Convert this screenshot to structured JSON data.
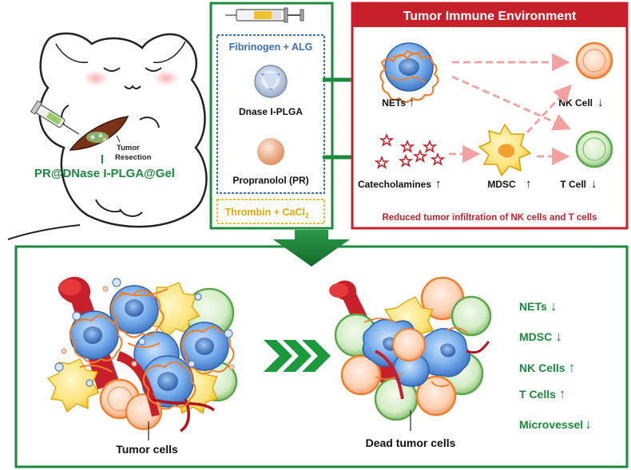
{
  "top_box": {
    "title": "Tumor Immune Environment",
    "nets": "NETs",
    "catecholamines": "Catecholamines",
    "mdsc": "MDSC",
    "nk_cell": "NK Cell",
    "t_cell": "T Cell",
    "footer": "Reduced tumor infiltration of NK cells and T cells"
  },
  "hydrogel": {
    "fibrinogen": "Fibrinogen + ALG",
    "dnase": "Dnase I-PLGA",
    "propranolol": "Propranolol (PR)",
    "thrombin": "Thrombin + CaCl",
    "thrombin_sub": "2"
  },
  "mouse": {
    "tumor_line1": "Tumor",
    "tumor_line2": "Resection",
    "gel_label": "PR@DNase I-PLGA@Gel"
  },
  "bottom": {
    "tumor_cells": "Tumor cells",
    "dead_tumor_cells": "Dead tumor cells",
    "outcomes": [
      {
        "label": "NETs",
        "arrow": "↓"
      },
      {
        "label": "MDSC",
        "arrow": "↓"
      },
      {
        "label": "NK Cells",
        "arrow": "↑"
      },
      {
        "label": "T Cells",
        "arrow": "↑"
      },
      {
        "label": "Microvessel",
        "arrow": "↓"
      }
    ]
  },
  "colors": {
    "green": "#1a8a3c",
    "red": "#c8202a",
    "blue_border": "#3b6fb5",
    "yellow_border": "#f0c020",
    "salmon_arrow": "#f2a0a0"
  }
}
